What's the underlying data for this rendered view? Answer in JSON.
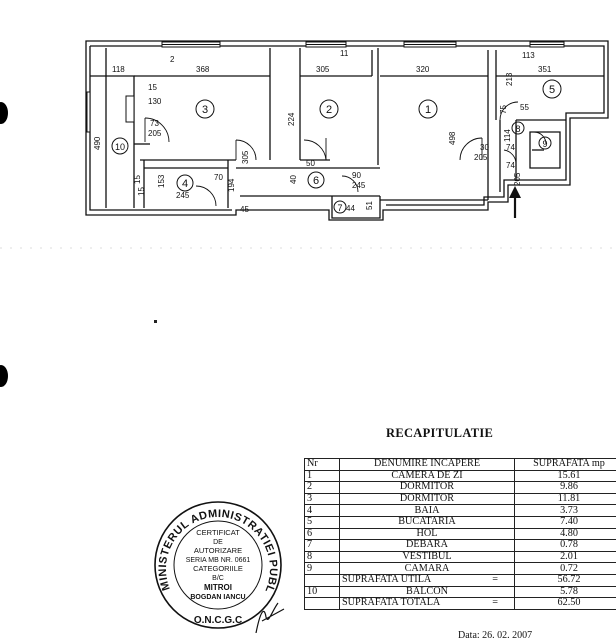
{
  "floorplan": {
    "dimensions": [
      "118",
      "368",
      "305",
      "320",
      "213",
      "351",
      "490",
      "224",
      "498",
      "15",
      "130",
      "73",
      "205",
      "75",
      "55",
      "2",
      "30",
      "205",
      "70",
      "194",
      "245",
      "90",
      "245",
      "40",
      "45",
      "44",
      "51",
      "15",
      "74",
      "205",
      "74",
      "153",
      "15",
      "50",
      "11",
      "114",
      "305",
      "113"
    ],
    "room_numbers": [
      "1",
      "2",
      "3",
      "4",
      "5",
      "6",
      "7",
      "8",
      "9",
      "10"
    ]
  },
  "recap": {
    "title": "RECAPITULATIE",
    "headers": {
      "nr": "Nr",
      "name": "DENUMIRE INCAPERE",
      "area": "SUPRAFATA mp"
    },
    "rows": [
      {
        "nr": "1",
        "name": "CAMERA DE ZI",
        "area": "15.61"
      },
      {
        "nr": "2",
        "name": "DORMITOR",
        "area": "9.86"
      },
      {
        "nr": "3",
        "name": "DORMITOR",
        "area": "11.81"
      },
      {
        "nr": "4",
        "name": "BAIA",
        "area": "3.73"
      },
      {
        "nr": "5",
        "name": "BUCATARIA",
        "area": "7.40"
      },
      {
        "nr": "6",
        "name": "HOL",
        "area": "4.80"
      },
      {
        "nr": "7",
        "name": "DEBARA",
        "area": "0.78"
      },
      {
        "nr": "8",
        "name": "VESTIBUL",
        "area": "2.01"
      },
      {
        "nr": "9",
        "name": "CAMARA",
        "area": "0.72"
      }
    ],
    "util": {
      "name": "SUPRAFATA UTILA",
      "eq": "=",
      "area": "56.72"
    },
    "balcon": {
      "nr": "10",
      "name": "BALCON",
      "area": "5.78"
    },
    "total": {
      "name": "SUPRAFATA TOTALA",
      "eq": "=",
      "area": "62.50"
    },
    "date_fragment": "Data: 26. 02. 2007"
  },
  "stamp": {
    "outer_text": "MINISTERUL ADMINISTRATIEI PUBLICE",
    "bottom_text": "O.N.C.G.C",
    "lines": [
      "CERTIFICAT",
      "DE",
      "AUTORIZARE",
      "SERIA MB NR. 0661",
      "CATEGORIILE",
      "B/C",
      "MITROI",
      "BOGDAN IANCU"
    ]
  }
}
